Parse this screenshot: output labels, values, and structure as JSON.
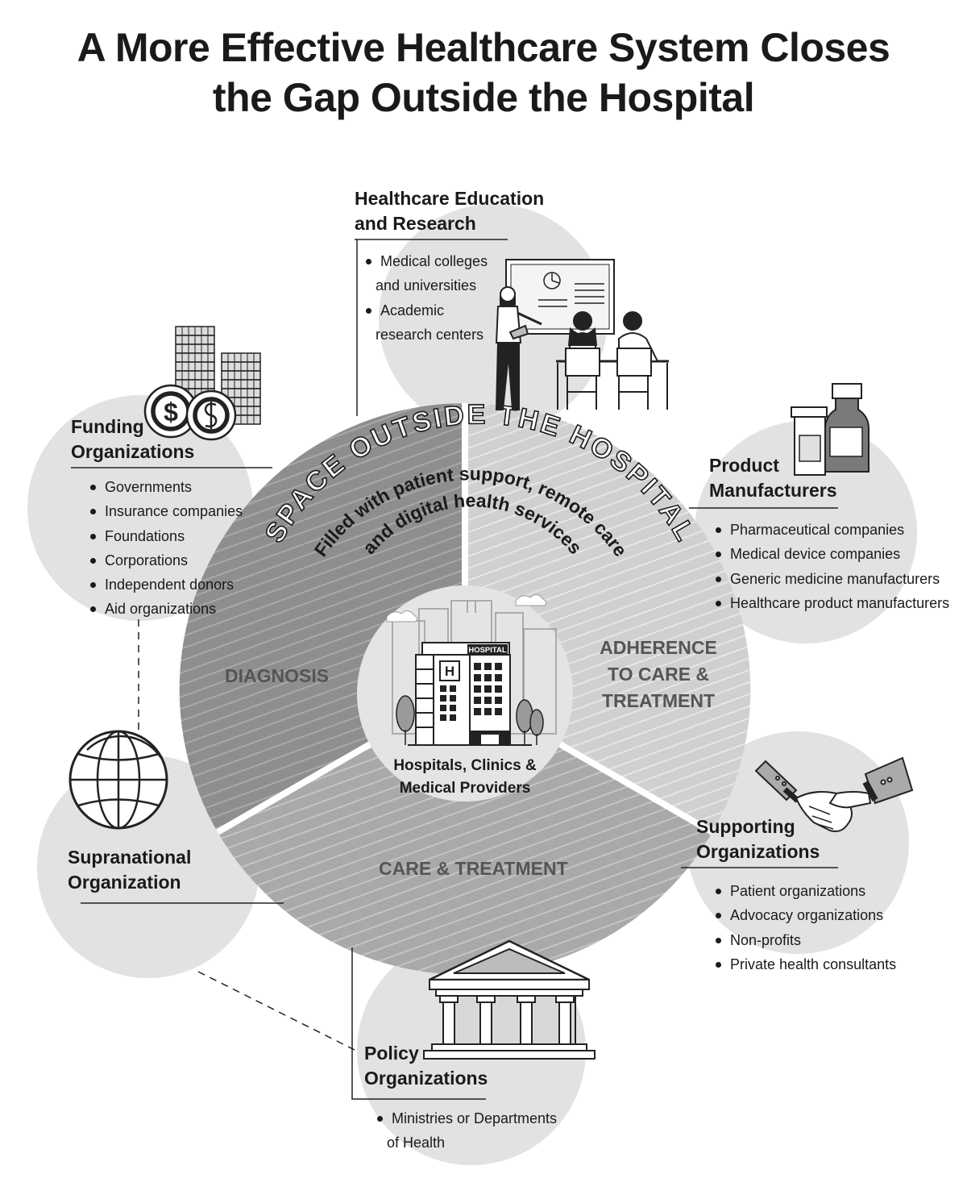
{
  "title": {
    "line1": "A More Effective Healthcare System Closes",
    "line2": "the Gap Outside the Hospital"
  },
  "arc": {
    "outer": "SPACE OUTSIDE THE HOSPITAL",
    "inner1": "Filled with patient support, remote care",
    "inner2": "and digital health services"
  },
  "segments": {
    "diagnosis": "DIAGNOSIS",
    "adherence": [
      "ADHERENCE",
      "TO CARE &",
      "TREATMENT"
    ],
    "care": "CARE & TREATMENT"
  },
  "center": {
    "sign": "HOSPITAL",
    "building_letter": "H",
    "label": [
      "Hospitals, Clinics &",
      "Medical Providers"
    ]
  },
  "groups": {
    "education": {
      "title": [
        "Healthcare Education",
        "and Research"
      ],
      "items": [
        "Medical colleges",
        "and universities",
        "Academic",
        "research centers"
      ]
    },
    "funding": {
      "title": [
        "Funding",
        "Organizations"
      ],
      "items": [
        "Governments",
        "Insurance companies",
        "Foundations",
        "Corporations",
        "Independent donors",
        "Aid organizations"
      ]
    },
    "product": {
      "title": [
        "Product",
        "Manufacturers"
      ],
      "items": [
        "Pharmaceutical companies",
        "Medical device companies",
        "Generic medicine manufacturers",
        "Healthcare product manufacturers"
      ]
    },
    "supranational": {
      "title": [
        "Supranational",
        "Organization"
      ]
    },
    "supporting": {
      "title": [
        "Supporting",
        "Organizations"
      ],
      "items": [
        "Patient organizations",
        "Advocacy organizations",
        "Non-profits",
        "Private health consultants"
      ]
    },
    "policy": {
      "title": [
        "Policy",
        "Organizations"
      ],
      "items": [
        "Ministries or Departments",
        "of Health"
      ]
    }
  },
  "icons": {
    "coin_symbol": "$",
    "names": [
      "coins-icon",
      "classroom-icon",
      "medicine-bottles-icon",
      "globe-icon",
      "handshake-icon",
      "government-building-icon",
      "hospital-icon"
    ]
  },
  "colors": {
    "circle_fill": "#e2e2e2",
    "segment_dark": "#8e8e8e",
    "segment_mid": "#a9a9a9",
    "segment_light": "#d0d0d0",
    "text": "#1a1a1a"
  }
}
